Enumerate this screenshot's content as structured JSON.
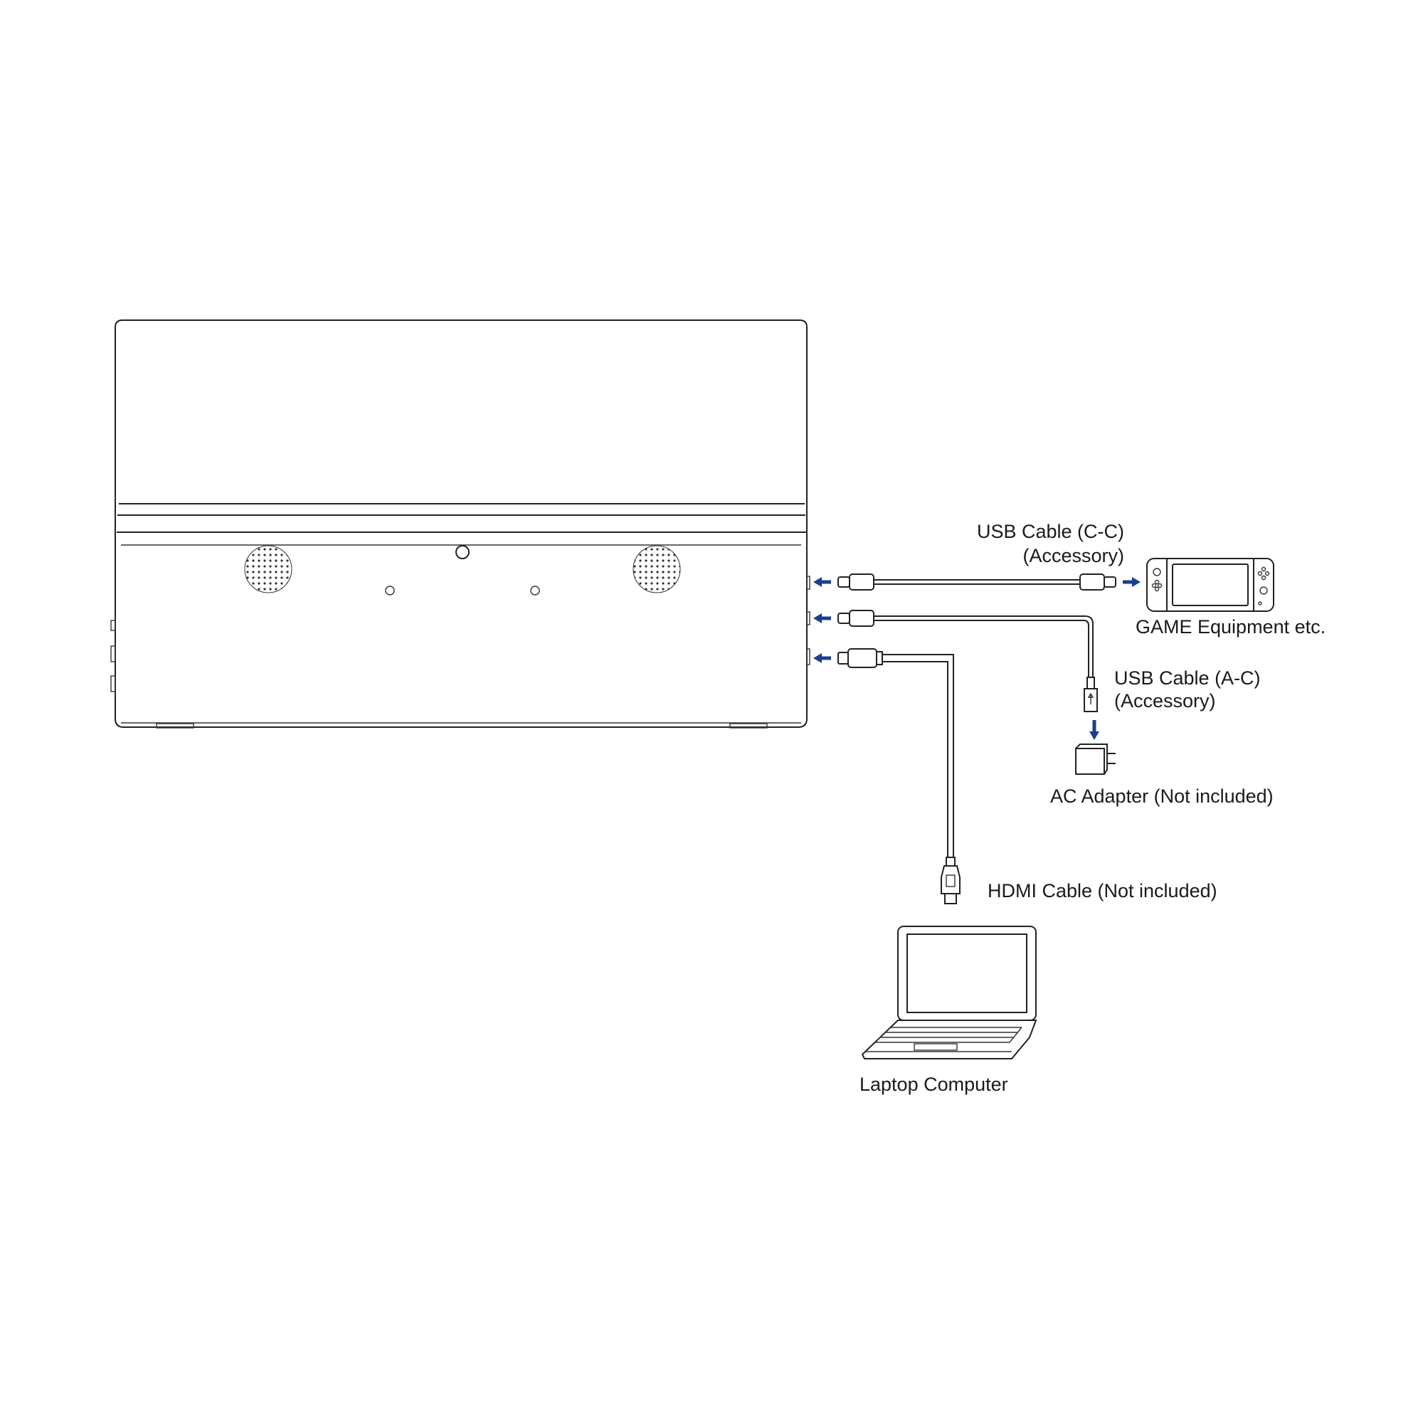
{
  "labels": {
    "usb_cc_line1": "USB Cable (C-C)",
    "usb_cc_line2": "(Accessory)",
    "game_equipment": "GAME Equipment etc.",
    "usb_ac_line1": "USB Cable (A-C)",
    "usb_ac_line2": "(Accessory)",
    "ac_adapter": "AC Adapter (Not included)",
    "hdmi_cable": "HDMI Cable (Not included)",
    "laptop": "Laptop Computer"
  },
  "colors": {
    "arrow": "#1b3f8f",
    "line": "#222222",
    "background": "#ffffff"
  },
  "icons": [
    "monitor-back",
    "speaker-grille",
    "usb-c-connector",
    "usb-a-connector",
    "hdmi-connector",
    "handheld-game-console-icon",
    "ac-adapter-icon",
    "laptop-icon"
  ]
}
